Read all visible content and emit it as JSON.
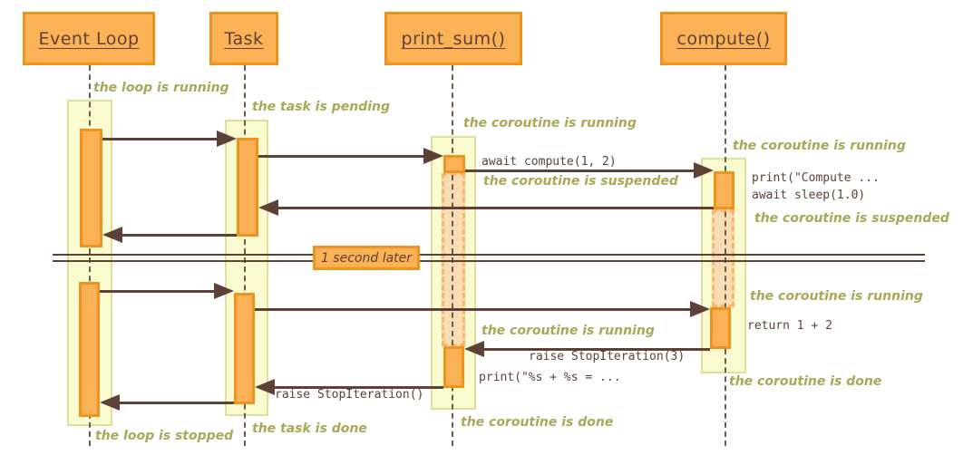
{
  "title": "asyncio sequence diagram",
  "participants": [
    {
      "label": "Event Loop"
    },
    {
      "label": "Task"
    },
    {
      "label": "print_sum()"
    },
    {
      "label": "compute()"
    }
  ],
  "divider": {
    "label": "1 second later"
  },
  "notes": {
    "loop_running": "the loop is running",
    "task_pending": "the task is pending",
    "printsum_running_1": "the coroutine is running",
    "compute_running_1": "the coroutine is running",
    "printsum_suspended": "the coroutine is suspended",
    "compute_suspended": "the coroutine is suspended",
    "compute_running_2": "the coroutine is running",
    "printsum_running_2": "the coroutine is running",
    "compute_done": "the coroutine is done",
    "printsum_done": "the coroutine is done",
    "task_done": "the task is done",
    "loop_stopped": "the loop is stopped"
  },
  "messages": {
    "await_compute": "await compute(1, 2)",
    "print_compute": "print(\"Compute ...",
    "await_sleep": "await sleep(1.0)",
    "return_value": "return 1 + 2",
    "raise_stop_3": "raise StopIteration(3)",
    "print_result": "print(\"%s + %s = ...",
    "raise_stop": "raise StopIteration()"
  },
  "colors": {
    "orange-fill": "#FBB156",
    "orange-border": "#F0921E",
    "band-fill": "#FBFBD0",
    "band-border": "#DDE09D",
    "suspended-fill": "#F8DCB4",
    "suspended-border": "#FBB46A",
    "ink": "#5D4037",
    "note": "#A8A858",
    "background": "#FFFFFF"
  }
}
